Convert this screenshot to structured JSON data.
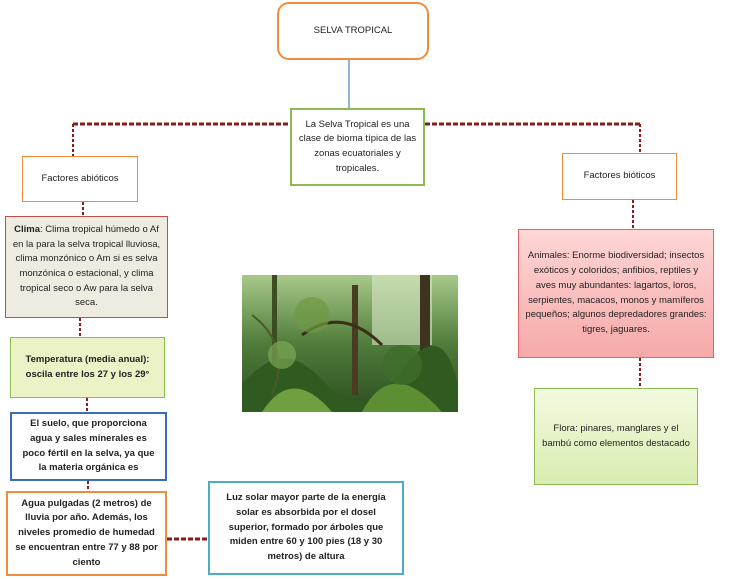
{
  "title": "SELVA TROPICAL",
  "definition": "La Selva Tropical es una clase de bioma típica de las zonas ecuatoriales y tropicales.",
  "abiotic": {
    "heading": "Factores abióticos",
    "climate": {
      "label": "Clima",
      "text": ": Clima tropical húmedo o Af en la para la selva tropical lluviosa, clima monzónico o Am si es selva monzónica o estacional, y clima tropical seco o Aw para la selva seca."
    },
    "temperature": "Temperatura (media anual): oscila entre los 27 y los 29°",
    "soil": "El suelo, que proporciona agua y sales minerales es poco fértil en la selva, ya que la materia orgánica es",
    "water": "Agua pulgadas (2 metros) de lluvia por año. Además, los niveles promedio de humedad se encuentran entre 77 y 88 por ciento",
    "sunlight": "Luz solar mayor parte de la energía solar es absorbida por el dosel superior, formado por árboles que miden entre 60 y 100 pies (18 y 30 metros) de altura"
  },
  "biotic": {
    "heading": "Factores bióticos",
    "animals": "Animales: Enorme biodiversidad; insectos exóticos y coloridos; anfibios, reptiles y aves muy abundantes: lagartos, loros, serpientes, macacos, monos y mamíferos pequeños; algunos depredadores grandes: tigres, jaguares.",
    "flora": "Flora: pinares, manglares y el bambú como elementos destacado"
  },
  "colors": {
    "orange": "#f08c3c",
    "green": "#8cbb50",
    "blue": "#3a6db8",
    "teal": "#4bacc6",
    "red": "#e06666",
    "connector": "#8b1a1a"
  }
}
